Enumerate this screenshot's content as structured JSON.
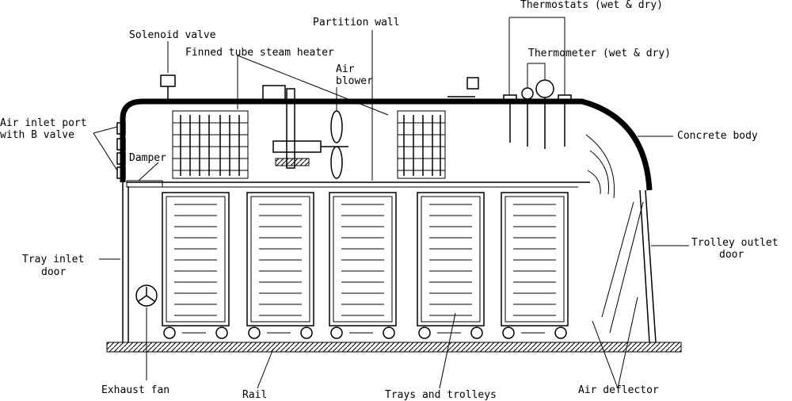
{
  "labels": {
    "thermostats": "Thermostats (wet & dry)",
    "partition_wall": "Partition wall",
    "solenoid_valve": "Solenoid valve",
    "finned_tube": "Finned tube steam heater",
    "thermometer": "Thermometer (wet & dry)",
    "air_blower_1": "Air",
    "air_blower_2": "blower",
    "air_inlet_1": "Air inlet port",
    "air_inlet_2": "with B valve",
    "damper": "Damper",
    "concrete_body": "Concrete body",
    "tray_inlet_1": "Tray inlet",
    "tray_inlet_2": "door",
    "trolley_outlet_1": "Trolley outlet",
    "trolley_outlet_2": "door",
    "exhaust_fan": "Exhaust fan",
    "rail": "Rail",
    "trays_trolleys": "Trays and trolleys",
    "air_deflector": "Air deflector"
  }
}
